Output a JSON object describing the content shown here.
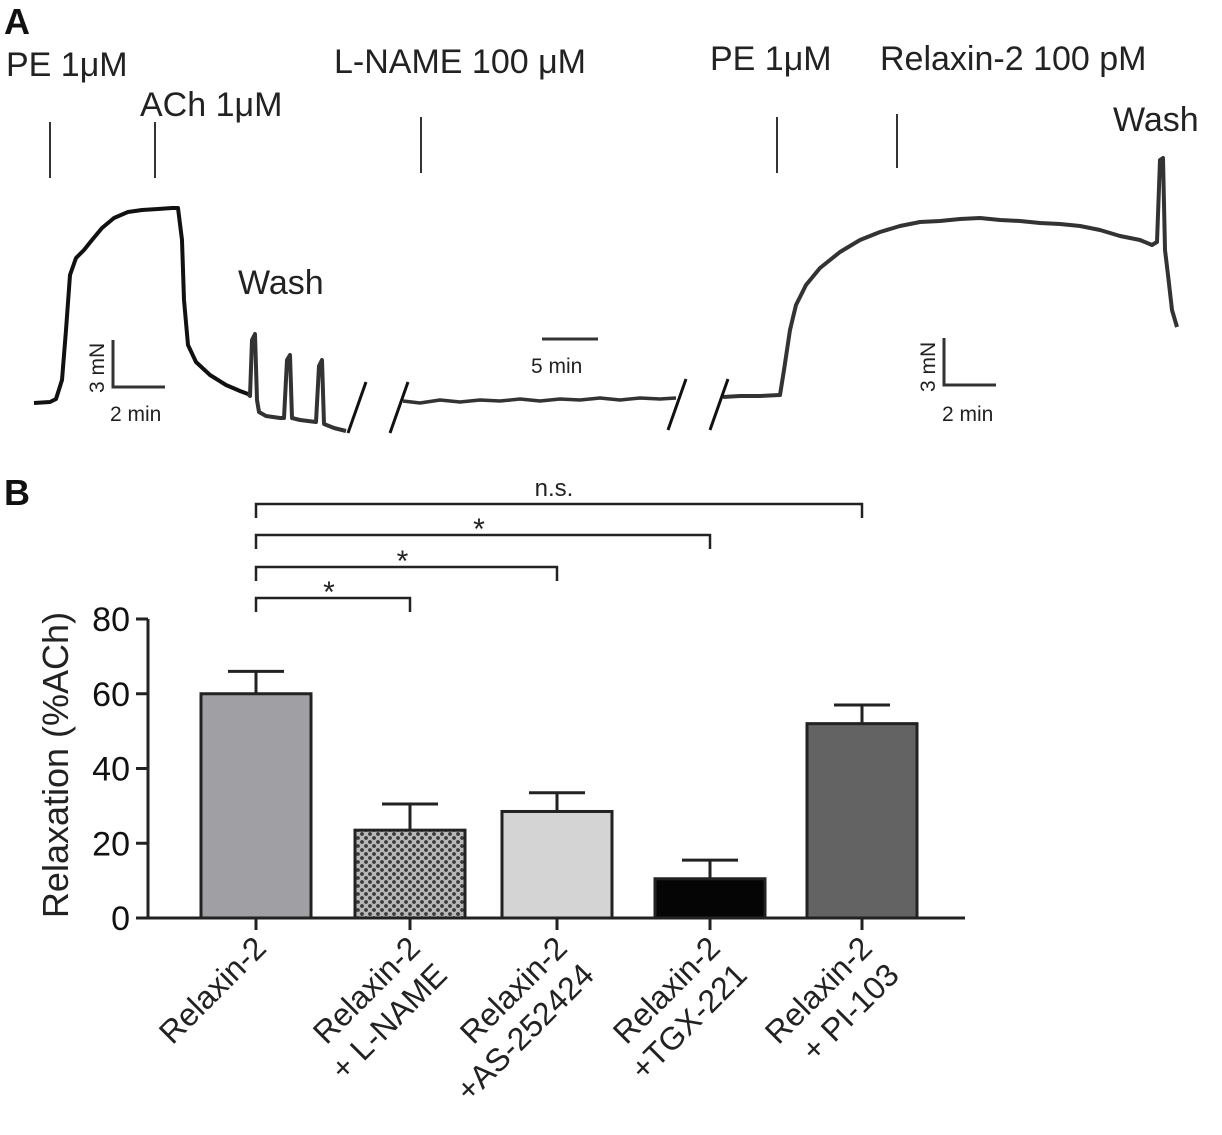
{
  "panel_a": {
    "letter": "A",
    "annotations": {
      "pe1": "PE 1μM",
      "ach": "ACh 1μM",
      "wash1": "Wash",
      "lname": "L-NAME 100 μM",
      "pe2": "PE 1μM",
      "relaxin": "Relaxin-2 100 pM",
      "wash2": "Wash"
    },
    "scalebars": {
      "left_v": "3 mN",
      "left_h": "2 min",
      "mid_h": "5 min",
      "right_v": "3 mN",
      "right_h": "2 min"
    }
  },
  "panel_b": {
    "letter": "B",
    "significance": [
      "*",
      "*",
      "*",
      "n.s."
    ]
  },
  "chart_data": {
    "type": "bar",
    "ylabel": "Relaxation (%ACh)",
    "ylim": [
      0,
      80
    ],
    "yticks": [
      0,
      20,
      40,
      60,
      80
    ],
    "categories": [
      {
        "line1": "Relaxin-2",
        "line2": ""
      },
      {
        "line1": "Relaxin-2",
        "line2": "+ L-NAME"
      },
      {
        "line1": "Relaxin-2",
        "line2": "+AS-252424"
      },
      {
        "line1": "Relaxin-2",
        "line2": "+TGX-221"
      },
      {
        "line1": "Relaxin-2",
        "line2": "+ PI-103"
      }
    ],
    "values": [
      60,
      23.5,
      28.5,
      10.5,
      52
    ],
    "errors": [
      6,
      7,
      5,
      5,
      5
    ],
    "colors": [
      "#a0a0a4",
      "#a6a6a6",
      "#d4d4d4",
      "#050505",
      "#636363"
    ],
    "patterns": [
      "none",
      "dots",
      "none",
      "none",
      "none"
    ],
    "comparisons": [
      {
        "from": 0,
        "to": 1,
        "label": "*"
      },
      {
        "from": 0,
        "to": 2,
        "label": "*"
      },
      {
        "from": 0,
        "to": 3,
        "label": "*"
      },
      {
        "from": 0,
        "to": 4,
        "label": "n.s."
      }
    ]
  }
}
